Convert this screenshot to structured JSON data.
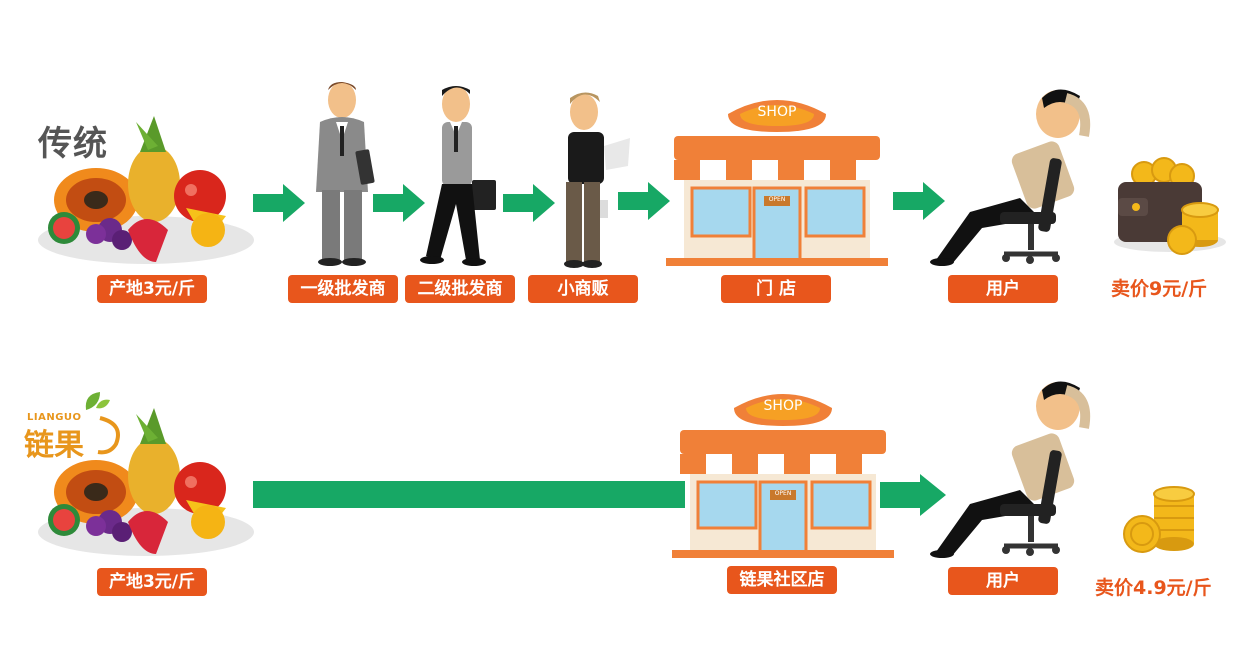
{
  "rows": {
    "traditional": {
      "title": "传统",
      "origin_label": "产地3元/斤",
      "stages": [
        "一级批发商",
        "二级批发商",
        "小商贩"
      ],
      "shop_sign": "SHOP",
      "shop_label": "门 店",
      "open_sign": "OPEN",
      "user_label": "用户",
      "price": "卖价9元/斤"
    },
    "lianguo": {
      "logo_en": "LIANGUO",
      "logo_cn": "链果",
      "origin_label": "产地3元/斤",
      "shop_sign": "SHOP",
      "shop_label": "链果社区店",
      "open_sign": "OPEN",
      "user_label": "用户",
      "price": "卖价4.9元/斤"
    }
  },
  "colors": {
    "accent_orange": "#e8561c",
    "arrow_green": "#17a865",
    "logo_orange": "#e8961c"
  }
}
